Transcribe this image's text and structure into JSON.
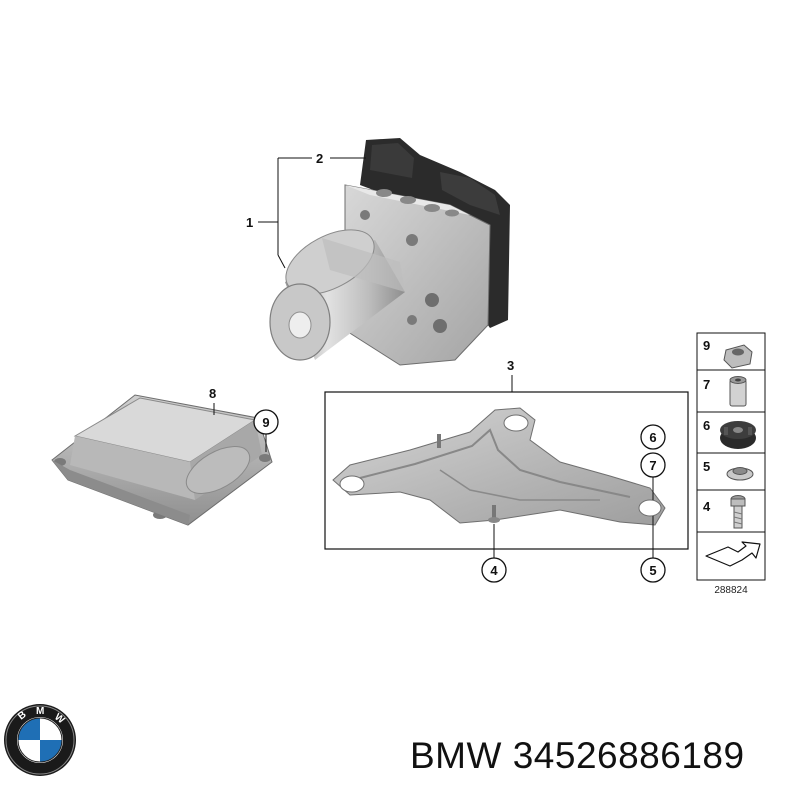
{
  "callouts": {
    "c1": "1",
    "c2": "2",
    "c3": "3",
    "c8": "8"
  },
  "circled": {
    "c9_module": "9",
    "c6": "6",
    "c7": "7",
    "c4": "4",
    "c5": "5"
  },
  "legend": {
    "items": [
      "9",
      "7",
      "6",
      "5",
      "4"
    ],
    "diagram_code": "288824"
  },
  "footer": {
    "brand": "BMW",
    "part_number": "34526886189"
  },
  "logo": {
    "lettering": "BMW",
    "ring_color": "#1a1a1a",
    "blue": "#1f6fb5",
    "white": "#ffffff"
  }
}
